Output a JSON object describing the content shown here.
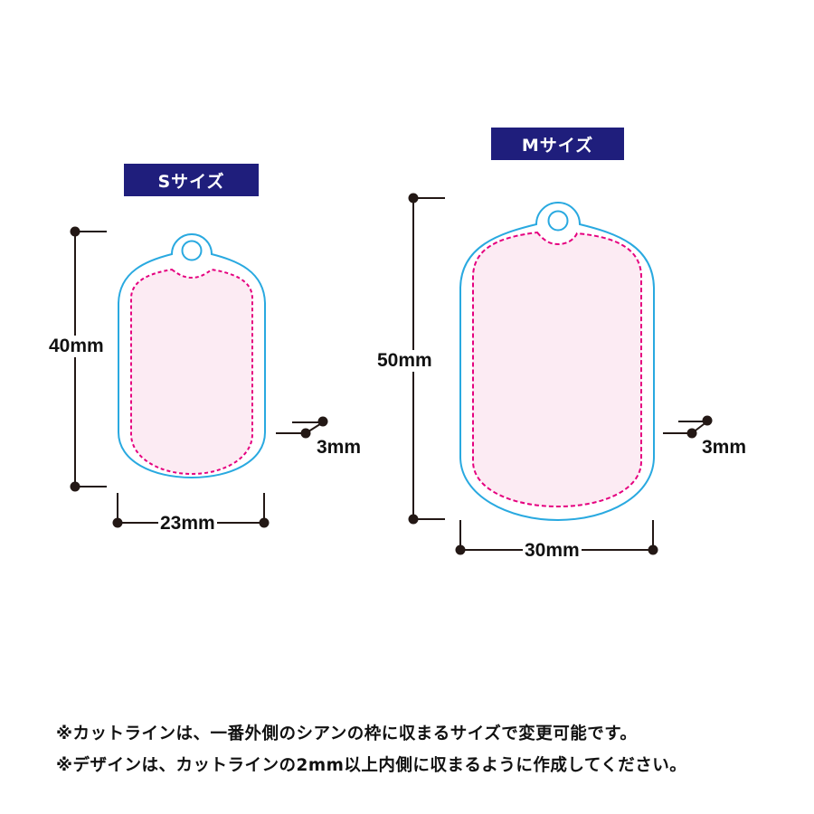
{
  "sizes": {
    "small": {
      "label": "Sサイズ",
      "height_label": "40mm",
      "width_label": "23mm",
      "margin_label": "3mm"
    },
    "medium": {
      "label": "Mサイズ",
      "height_label": "50mm",
      "width_label": "30mm",
      "margin_label": "3mm"
    }
  },
  "colors": {
    "badge_bg": "#1f1e7c",
    "cut_line": "#29a9e0",
    "design_line": "#e5007f",
    "design_fill": "#fcebf3",
    "dimension": "#231815"
  },
  "notes": [
    "※カットラインは、一番外側のシアンの枠に収まるサイズで変更可能です。",
    "※デザインは、カットラインの2mm以上内側に収まるように作成してください。"
  ]
}
